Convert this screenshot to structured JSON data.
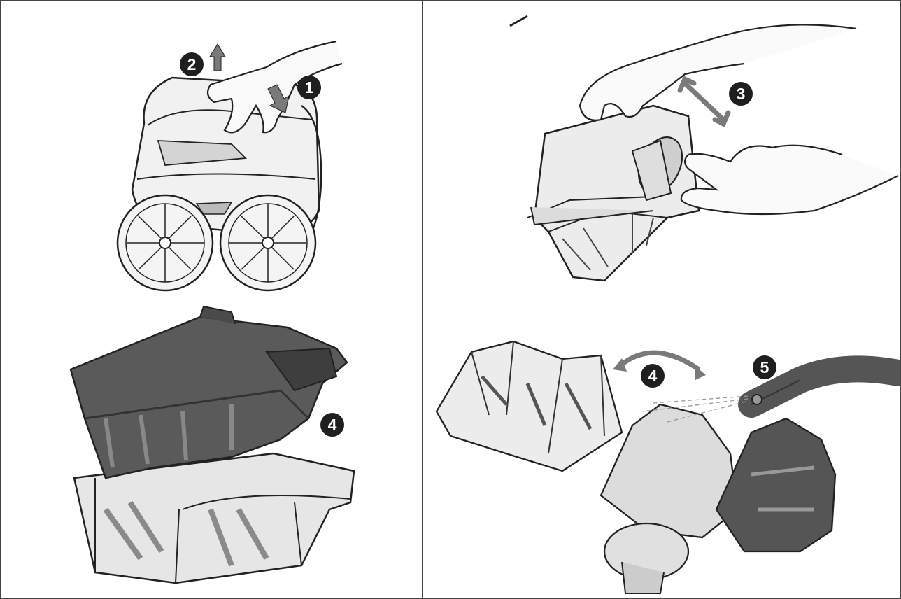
{
  "steps": [
    {
      "panel": 1,
      "badges": [
        "1",
        "2"
      ]
    },
    {
      "panel": 2,
      "badges": [
        "3"
      ]
    },
    {
      "panel": 3,
      "badges": [
        "4"
      ]
    },
    {
      "panel": 4,
      "badges": [
        "4",
        "5"
      ]
    }
  ],
  "colors": {
    "frame": "#444444",
    "badge": "#1f1f1f",
    "dark_filter": "#555555",
    "light_filter": "#e6e6e6",
    "arrow": "#7a7a7a"
  },
  "icons": [
    "hand-illustration",
    "robot-cleaner-illustration",
    "filter-basket-illustration",
    "hose-illustration",
    "up-arrow-icon",
    "double-arrow-icon",
    "curved-arrow-icon"
  ]
}
